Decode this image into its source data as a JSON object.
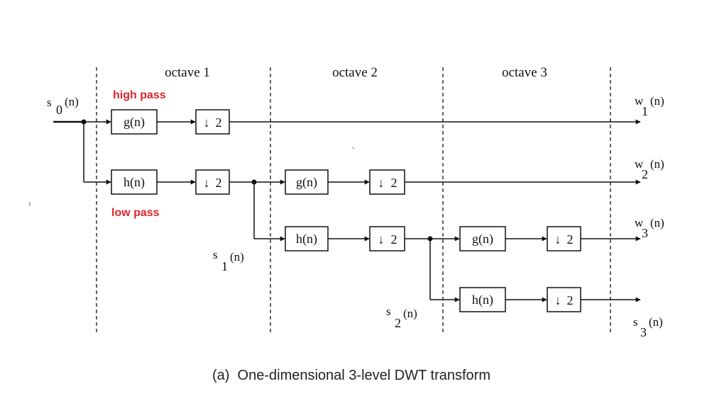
{
  "octaves": [
    "octave 1",
    "octave 2",
    "octave 3"
  ],
  "annotations": {
    "high_pass": "high pass",
    "low_pass": "low pass",
    "annotation_color": "#e0242b"
  },
  "filters": {
    "g": "g(n)",
    "h": "h(n)"
  },
  "downsample": {
    "arrow": "↓",
    "factor": "2"
  },
  "signals": {
    "input": {
      "base": "s",
      "sub": "0",
      "arg": "(n)"
    },
    "s1": {
      "base": "s",
      "sub": "1",
      "arg": "(n)"
    },
    "s2": {
      "base": "s",
      "sub": "2",
      "arg": "(n)"
    },
    "w1": {
      "base": "w",
      "sub": "1",
      "arg": "(n)"
    },
    "w2": {
      "base": "w",
      "sub": "2",
      "arg": "(n)"
    },
    "w3": {
      "base": "w",
      "sub": "3",
      "arg": "(n)"
    },
    "s3": {
      "base": "s",
      "sub": "3",
      "arg": "(n)"
    }
  },
  "caption": "(a)  One-dimensional 3-level DWT transform"
}
